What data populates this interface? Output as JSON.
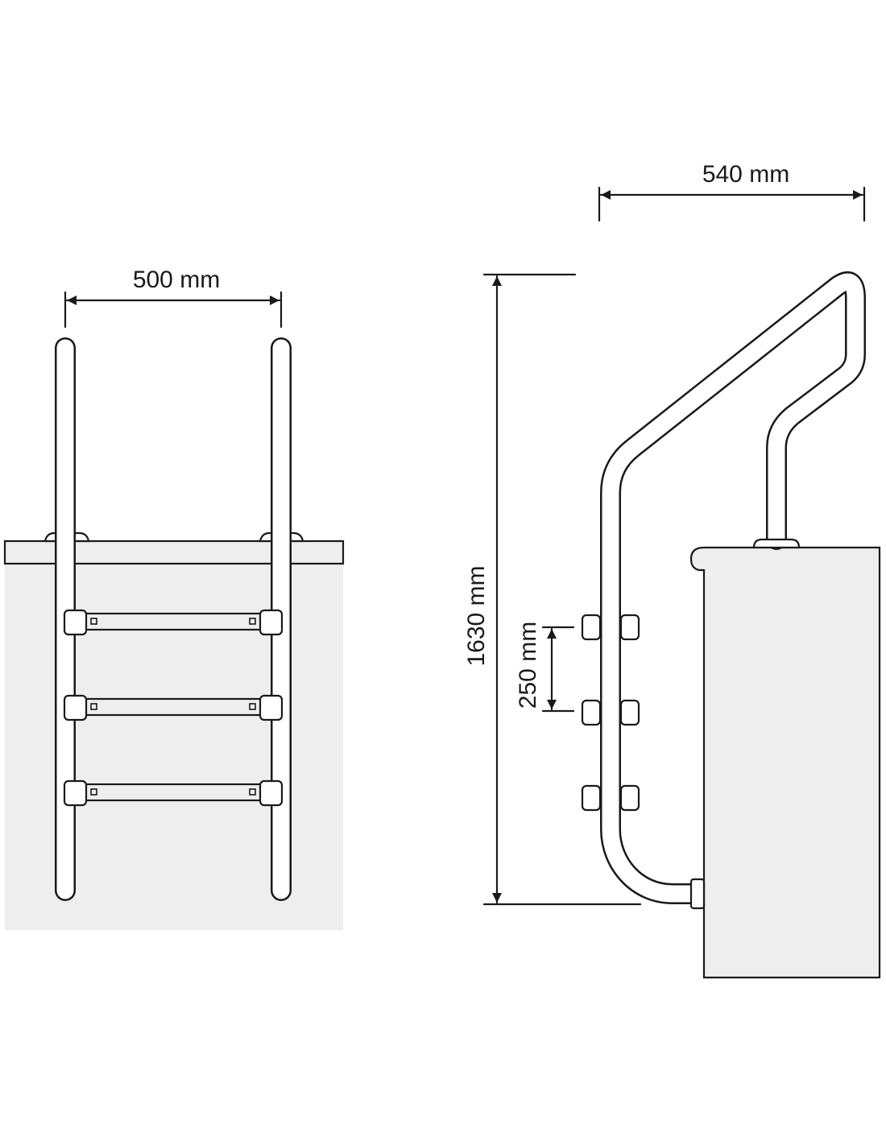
{
  "dimensions": {
    "front_width": "500 mm",
    "side_depth": "540 mm",
    "total_height": "1630 mm",
    "step_spacing": "250 mm"
  },
  "colors": {
    "line": "#1a1a1a",
    "pool_fill": "#eeeeee",
    "background": "#ffffff"
  }
}
